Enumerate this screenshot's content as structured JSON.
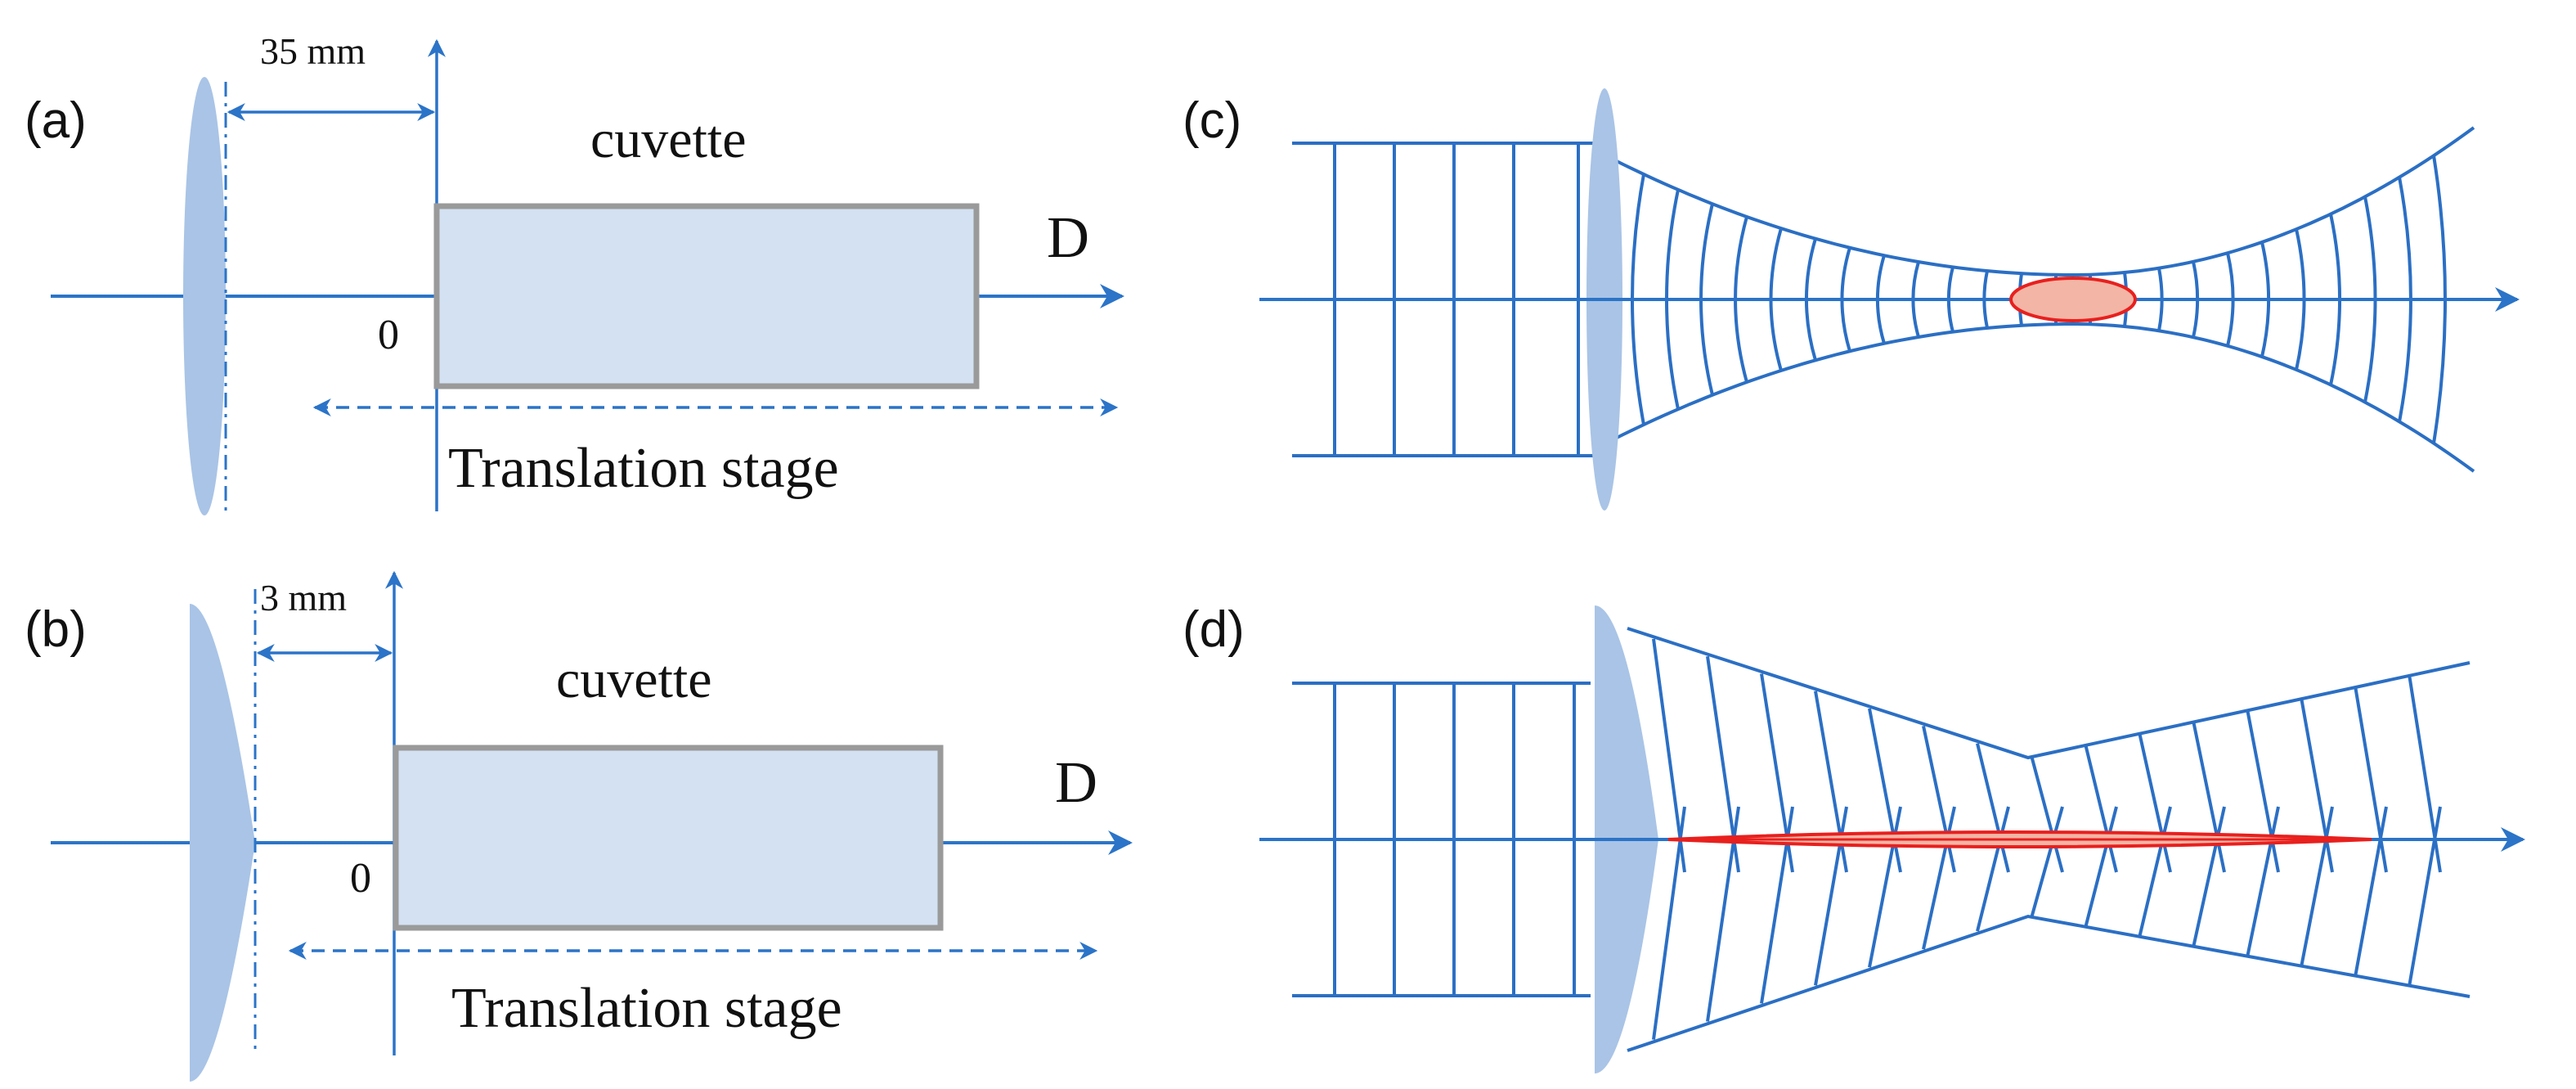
{
  "panels": {
    "a": {
      "label": "(a)",
      "distance": "35 mm",
      "cuvette": "cuvette",
      "axis_label": "D",
      "origin": "0",
      "stage": "Translation stage"
    },
    "b": {
      "label": "(b)",
      "distance": "3 mm",
      "cuvette": "cuvette",
      "axis_label": "D",
      "origin": "0",
      "stage": "Translation stage"
    },
    "c": {
      "label": "(c)"
    },
    "d": {
      "label": "(d)"
    }
  },
  "colors": {
    "line_blue": "#2b74c8",
    "lens_fill": "#a9c4e6",
    "cuvette_fill": "#d3e1f2",
    "cuvette_border": "#9a9a9a",
    "focus_red": "#e8201e",
    "focus_fill": "#f3b5a5"
  }
}
